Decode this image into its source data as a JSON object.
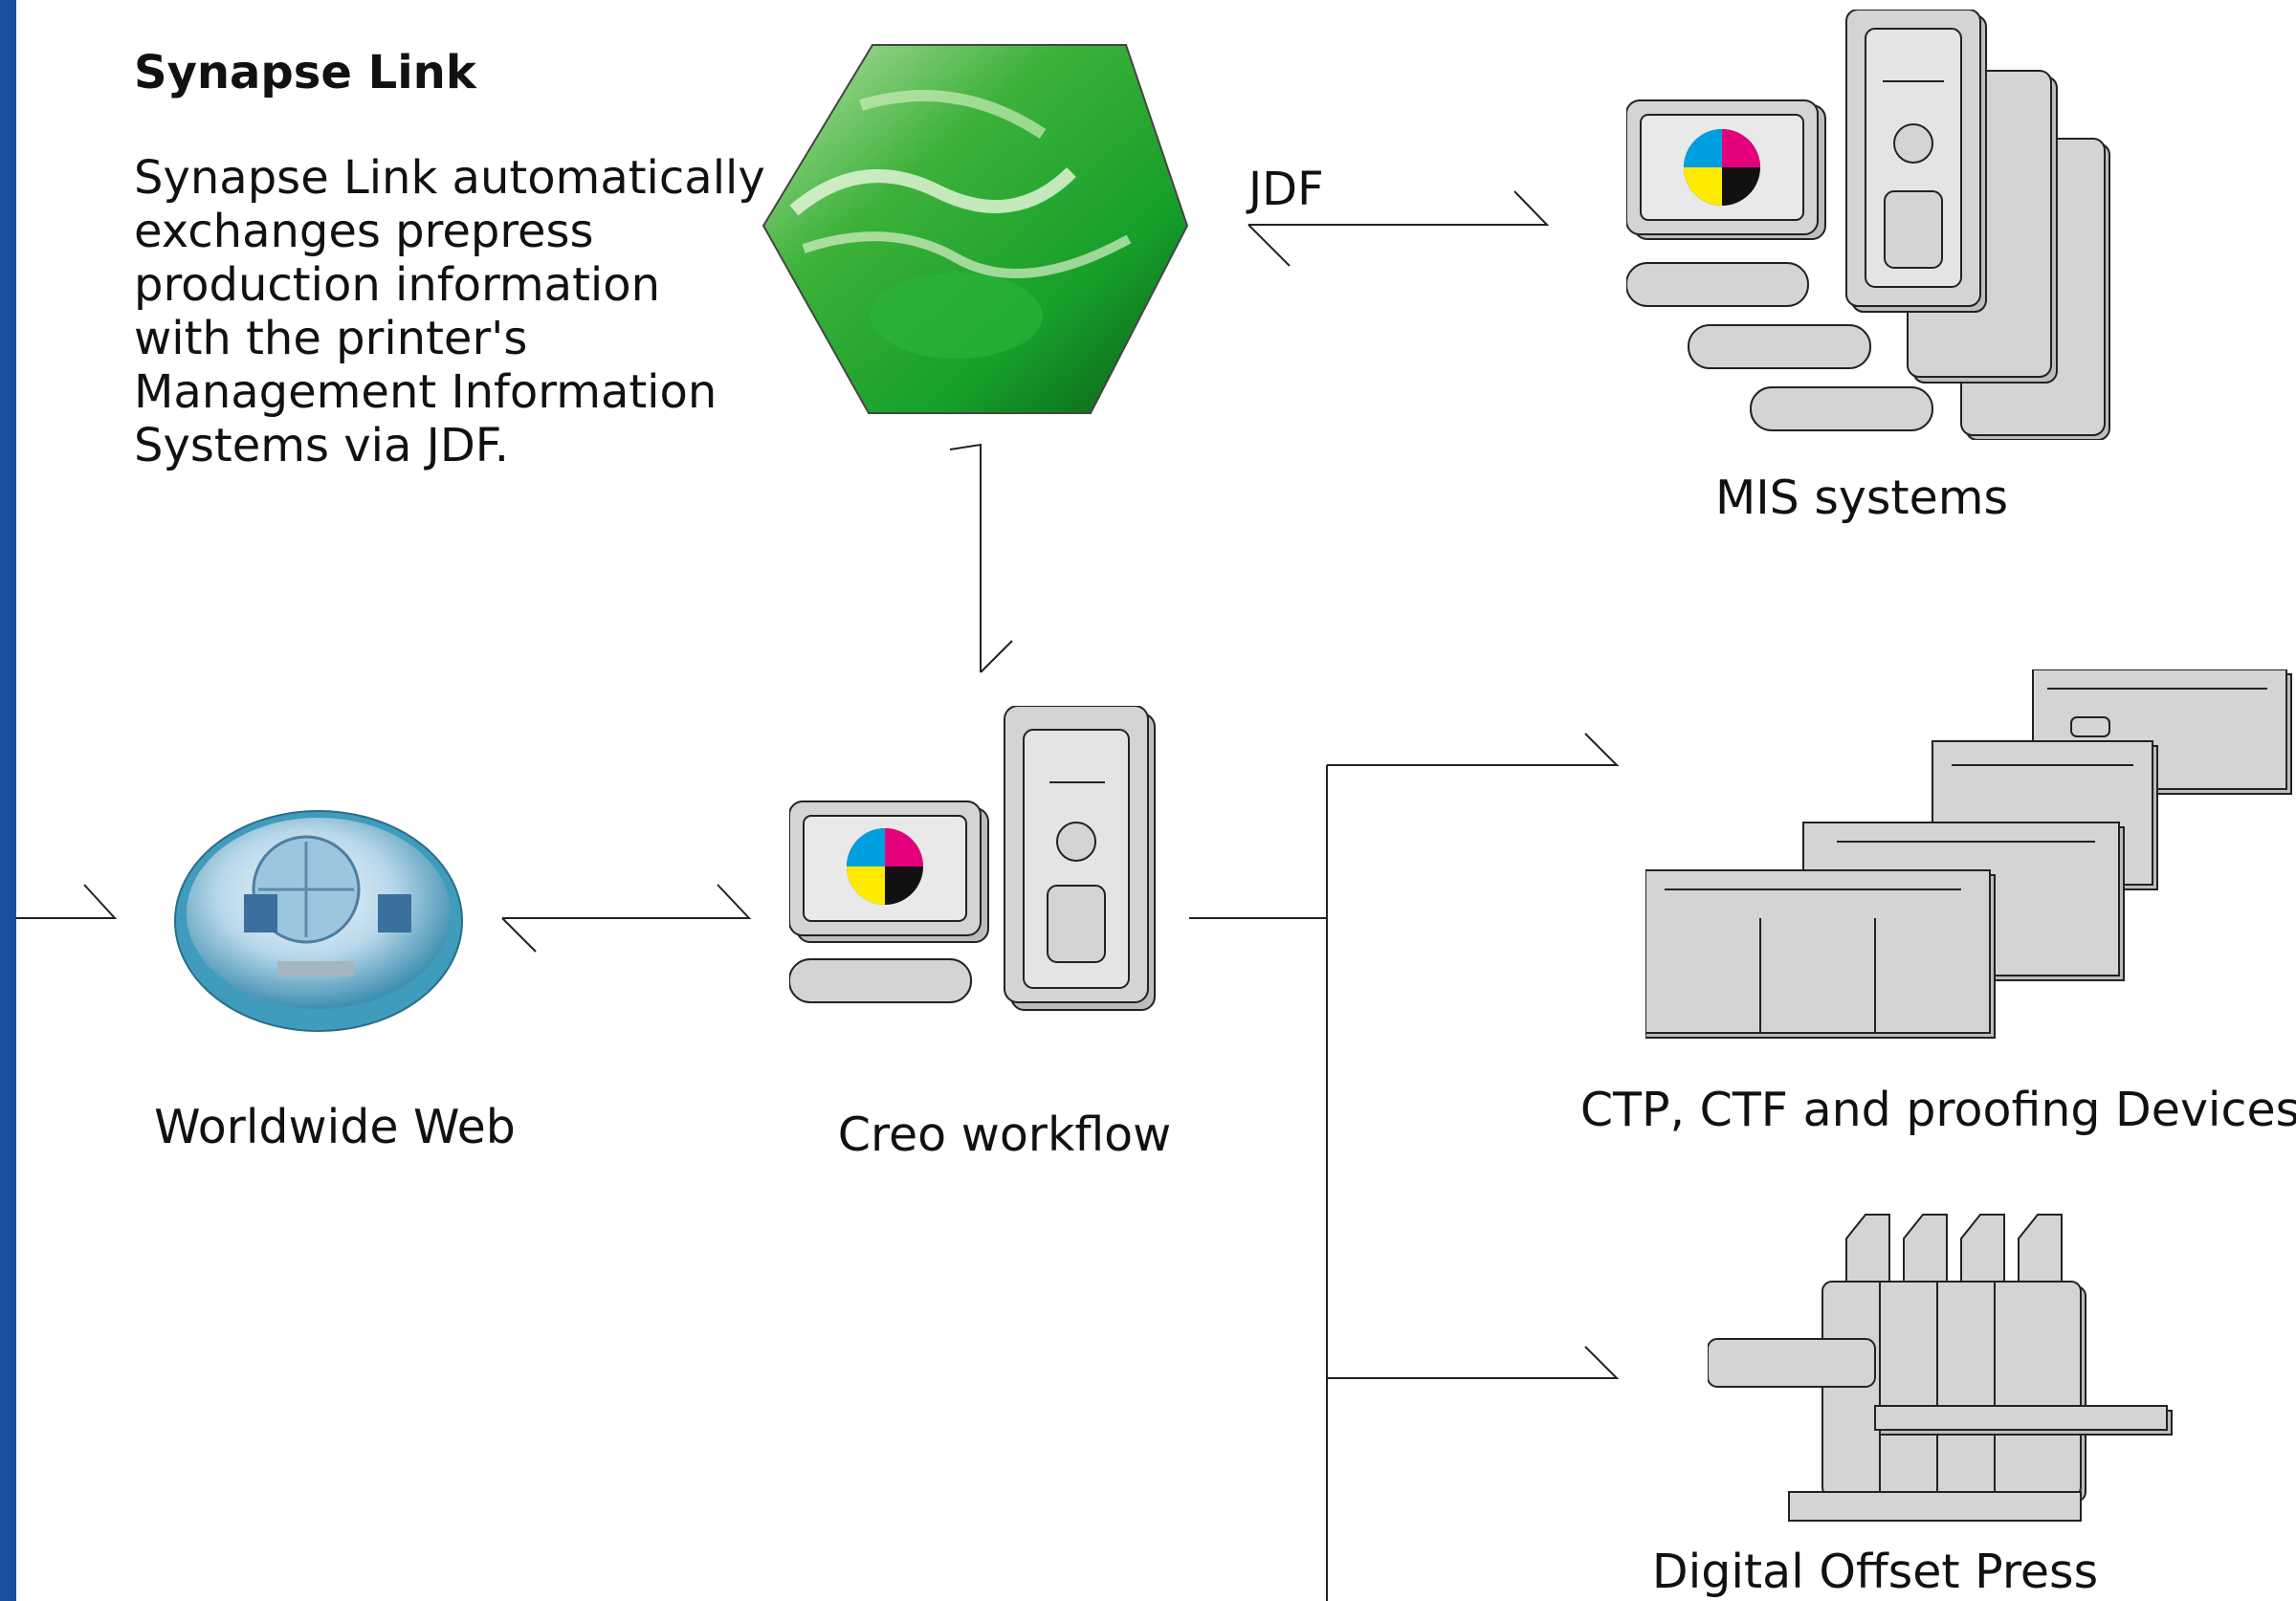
{
  "colors": {
    "accent": "#1a4fa0",
    "device_fill": "#d4d4d4",
    "line": "#222222"
  },
  "header": {
    "title": "Synapse Link",
    "description_lines": [
      "Synapse Link automatically",
      "exchanges prepress",
      "production information",
      "with the printer's",
      "Management Information",
      "Systems via JDF."
    ]
  },
  "connectors": {
    "jdf_label": "JDF"
  },
  "nodes": {
    "mis": {
      "label": "MIS systems",
      "icon": "server-cluster-icon"
    },
    "web": {
      "label": "Worldwide Web",
      "icon": "globe-icon"
    },
    "creo": {
      "label": "Creo workflow",
      "icon": "workstation-icon"
    },
    "ctp": {
      "label": "CTP, CTF and proofing Devices",
      "icon": "platesetter-icon"
    },
    "press": {
      "label": "Digital Offset Press",
      "icon": "printing-press-icon"
    },
    "synapse": {
      "icon": "synapse-hexagon-icon"
    }
  }
}
